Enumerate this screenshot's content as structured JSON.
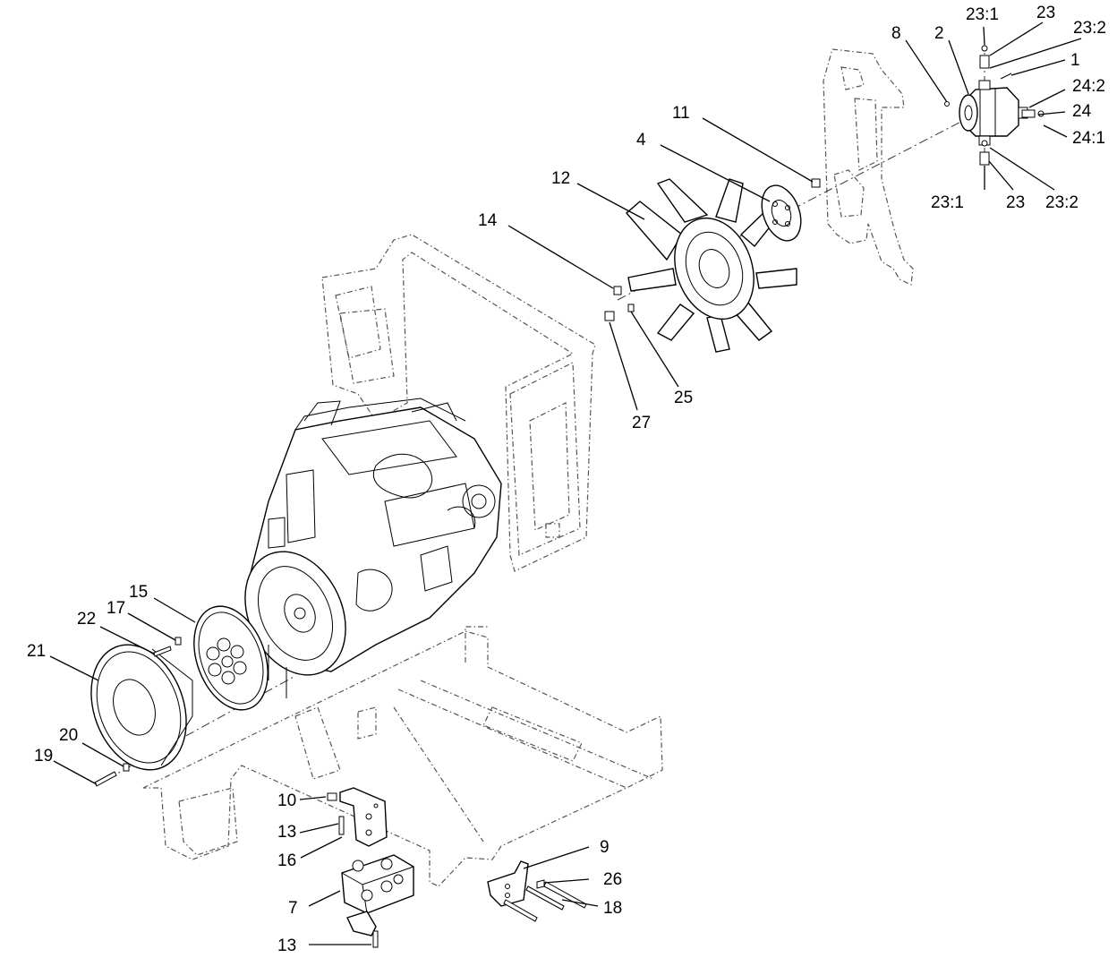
{
  "callouts": {
    "c23_1_top": "23:1",
    "c23_top": "23",
    "c23_2_top": "23:2",
    "c8": "8",
    "c2": "2",
    "c1": "1",
    "c24_2": "24:2",
    "c24": "24",
    "c24_1": "24:1",
    "c23_1_bot": "23:1",
    "c23_bot": "23",
    "c23_2_bot": "23:2",
    "c11": "11",
    "c4": "4",
    "c12": "12",
    "c14": "14",
    "c25": "25",
    "c27": "27",
    "c15": "15",
    "c17": "17",
    "c22": "22",
    "c21": "21",
    "c20": "20",
    "c19": "19",
    "c10": "10",
    "c13_top": "13",
    "c16": "16",
    "c7": "7",
    "c13_bot": "13",
    "c9": "9",
    "c26": "26",
    "c18": "18"
  }
}
